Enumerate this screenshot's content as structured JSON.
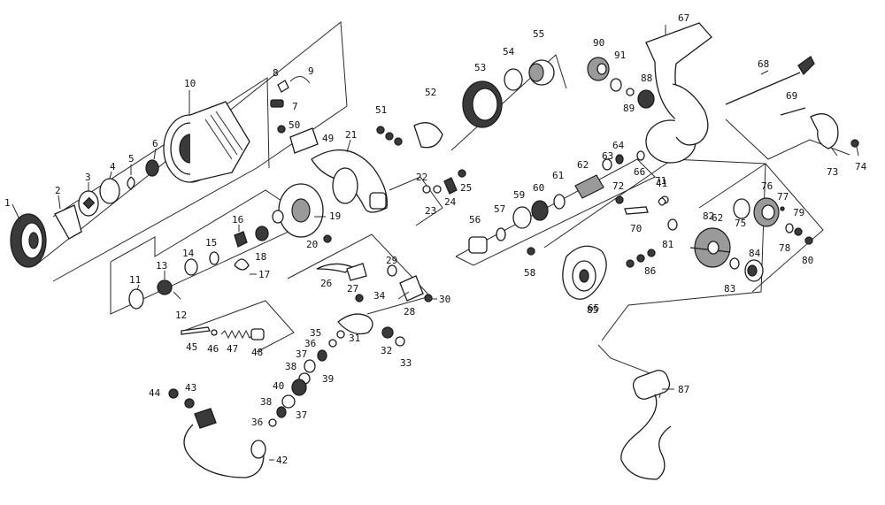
{
  "diagram": {
    "part_numbers": [
      "1",
      "2",
      "3",
      "4",
      "5",
      "6",
      "7",
      "8",
      "9",
      "10",
      "11",
      "12",
      "13",
      "14",
      "15",
      "16",
      "17",
      "18",
      "19",
      "20",
      "21",
      "22",
      "23",
      "24",
      "25",
      "26",
      "27",
      "28",
      "29",
      "30",
      "31",
      "32",
      "33",
      "34",
      "35",
      "36",
      "37",
      "38",
      "39",
      "40",
      "41",
      "42",
      "43",
      "44",
      "45",
      "46",
      "47",
      "48",
      "49",
      "50",
      "51",
      "52",
      "53",
      "54",
      "55",
      "56",
      "57",
      "58",
      "59",
      "60",
      "61",
      "62",
      "63",
      "64",
      "65",
      "66",
      "67",
      "68",
      "69",
      "70",
      "71",
      "72",
      "73",
      "74",
      "75",
      "76",
      "77",
      "78",
      "79",
      "80",
      "81",
      "82",
      "83",
      "84",
      "85",
      "86",
      "87",
      "88",
      "89",
      "90",
      "91"
    ],
    "callouts": [
      {
        "id": "p1",
        "text": "1"
      },
      {
        "id": "p2",
        "text": "2"
      },
      {
        "id": "p3",
        "text": "3"
      },
      {
        "id": "p4",
        "text": "4"
      },
      {
        "id": "p5",
        "text": "5"
      },
      {
        "id": "p6",
        "text": "6"
      },
      {
        "id": "p7",
        "text": "7"
      },
      {
        "id": "p8",
        "text": "8"
      },
      {
        "id": "p9",
        "text": "9"
      },
      {
        "id": "p10",
        "text": "10"
      },
      {
        "id": "p11",
        "text": "11"
      },
      {
        "id": "p12",
        "text": "12"
      },
      {
        "id": "p13",
        "text": "13"
      },
      {
        "id": "p14",
        "text": "14"
      },
      {
        "id": "p15",
        "text": "15"
      },
      {
        "id": "p16",
        "text": "16"
      },
      {
        "id": "p17",
        "text": "17"
      },
      {
        "id": "p18",
        "text": "18"
      },
      {
        "id": "p19",
        "text": "19"
      },
      {
        "id": "p20",
        "text": "20"
      },
      {
        "id": "p21",
        "text": "21"
      },
      {
        "id": "p22",
        "text": "22"
      },
      {
        "id": "p23",
        "text": "23"
      },
      {
        "id": "p24",
        "text": "24"
      },
      {
        "id": "p25",
        "text": "25"
      },
      {
        "id": "p26",
        "text": "26"
      },
      {
        "id": "p27",
        "text": "27"
      },
      {
        "id": "p28",
        "text": "28"
      },
      {
        "id": "p29",
        "text": "29"
      },
      {
        "id": "p30",
        "text": "30"
      },
      {
        "id": "p31",
        "text": "31"
      },
      {
        "id": "p32",
        "text": "32"
      },
      {
        "id": "p33",
        "text": "33"
      },
      {
        "id": "p34",
        "text": "34"
      },
      {
        "id": "p35",
        "text": "35"
      },
      {
        "id": "p36a",
        "text": "36"
      },
      {
        "id": "p36b",
        "text": "36"
      },
      {
        "id": "p37a",
        "text": "37"
      },
      {
        "id": "p37b",
        "text": "37"
      },
      {
        "id": "p38a",
        "text": "38"
      },
      {
        "id": "p38b",
        "text": "38"
      },
      {
        "id": "p39",
        "text": "39"
      },
      {
        "id": "p40",
        "text": "40"
      },
      {
        "id": "p41",
        "text": "41"
      },
      {
        "id": "p42",
        "text": "42"
      },
      {
        "id": "p43",
        "text": "43"
      },
      {
        "id": "p44",
        "text": "44"
      },
      {
        "id": "p45",
        "text": "45"
      },
      {
        "id": "p46",
        "text": "46"
      },
      {
        "id": "p47",
        "text": "47"
      },
      {
        "id": "p48",
        "text": "48"
      },
      {
        "id": "p49",
        "text": "49"
      },
      {
        "id": "p50",
        "text": "50"
      },
      {
        "id": "p51",
        "text": "51"
      },
      {
        "id": "p52",
        "text": "52"
      },
      {
        "id": "p53",
        "text": "53"
      },
      {
        "id": "p54",
        "text": "54"
      },
      {
        "id": "p55",
        "text": "55"
      },
      {
        "id": "p56",
        "text": "56"
      },
      {
        "id": "p57",
        "text": "57"
      },
      {
        "id": "p58",
        "text": "58"
      },
      {
        "id": "p59",
        "text": "59"
      },
      {
        "id": "p60",
        "text": "60"
      },
      {
        "id": "p61",
        "text": "61"
      },
      {
        "id": "p62a",
        "text": "62"
      },
      {
        "id": "p62b",
        "text": "62"
      },
      {
        "id": "p63",
        "text": "63"
      },
      {
        "id": "p64",
        "text": "64"
      },
      {
        "id": "p65",
        "text": "65"
      },
      {
        "id": "p66",
        "text": "66"
      },
      {
        "id": "p67",
        "text": "67"
      },
      {
        "id": "p68",
        "text": "68"
      },
      {
        "id": "p69",
        "text": "69"
      },
      {
        "id": "p70",
        "text": "70"
      },
      {
        "id": "p71",
        "text": "71"
      },
      {
        "id": "p72",
        "text": "72"
      },
      {
        "id": "p73",
        "text": "73"
      },
      {
        "id": "p74",
        "text": "74"
      },
      {
        "id": "p75",
        "text": "75"
      },
      {
        "id": "p76",
        "text": "76"
      },
      {
        "id": "p77",
        "text": "77"
      },
      {
        "id": "p78",
        "text": "78"
      },
      {
        "id": "p79",
        "text": "79"
      },
      {
        "id": "p80",
        "text": "80"
      },
      {
        "id": "p81",
        "text": "81"
      },
      {
        "id": "p82",
        "text": "82"
      },
      {
        "id": "p83",
        "text": "83"
      },
      {
        "id": "p84",
        "text": "84"
      },
      {
        "id": "p85",
        "text": "85"
      },
      {
        "id": "p86",
        "text": "86"
      },
      {
        "id": "p87",
        "text": "87"
      },
      {
        "id": "p88",
        "text": "88"
      },
      {
        "id": "p89",
        "text": "89"
      },
      {
        "id": "p90",
        "text": "90"
      },
      {
        "id": "p91",
        "text": "91"
      }
    ]
  },
  "colors": {
    "background": "#ffffff",
    "line": "#1c1c1c",
    "fill_dark": "#3a3a3a",
    "fill_mid": "#9a9a9a"
  }
}
